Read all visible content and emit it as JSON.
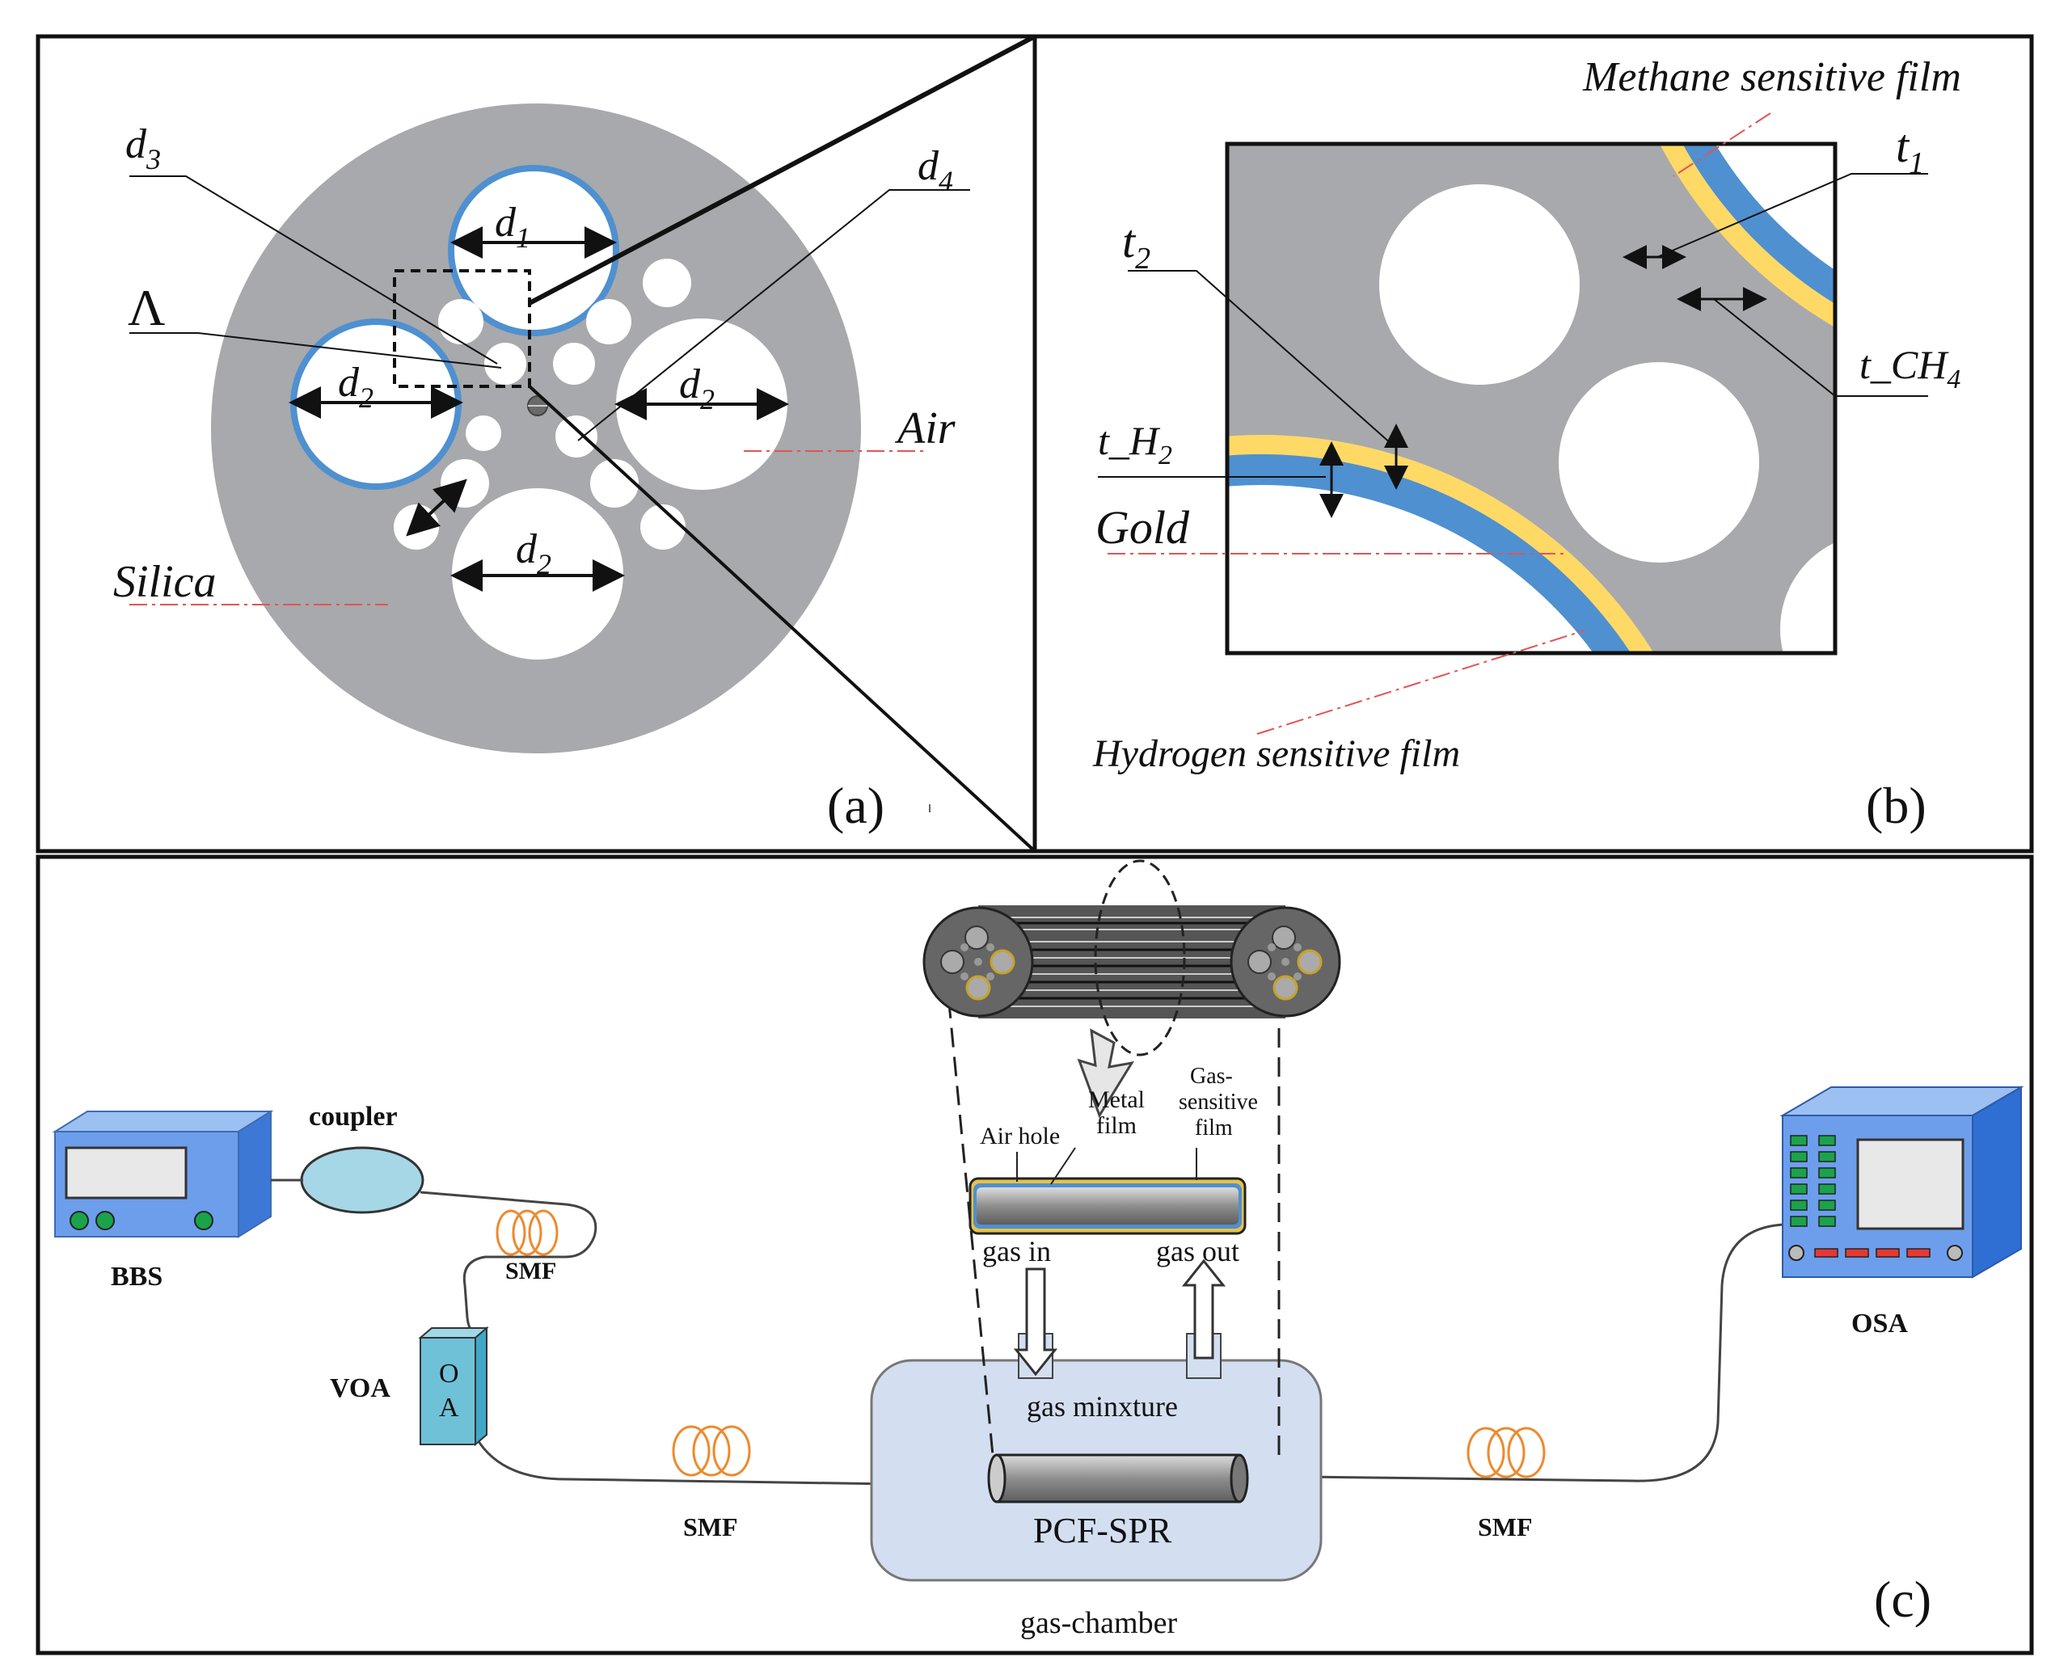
{
  "panels": {
    "a": {
      "tag": "(a)",
      "labels": {
        "d1": "d",
        "d1_sub": "1",
        "d2a": "d",
        "d2a_sub": "2",
        "d2b": "d",
        "d2b_sub": "2",
        "d2c": "d",
        "d2c_sub": "2",
        "d3": "d",
        "d3_sub": "3",
        "d4": "d",
        "d4_sub": "4",
        "lambda": "Λ",
        "air": "Air",
        "silica": "Silica"
      }
    },
    "b": {
      "tag": "(b)",
      "labels": {
        "methane": "Methane sensitive film",
        "t1": "t",
        "t1_sub": "1",
        "t2": "t",
        "t2_sub": "2",
        "tch4": "t_CH",
        "tch4_sub": "4",
        "th2": "t_H",
        "th2_sub": "2",
        "gold": "Gold",
        "hydrogen": "Hydrogen sensitive film"
      }
    },
    "c": {
      "tag": "(c)",
      "labels": {
        "coupler": "coupler",
        "bbs": "BBS",
        "smf_upper": "SMF",
        "voa": "VOA",
        "voa_o": "O",
        "voa_a": "A",
        "smf_left": "SMF",
        "smf_right": "SMF",
        "osa": "OSA",
        "air_hole": "Air hole",
        "metal_film_1": "Metal",
        "metal_film_2": "film",
        "gas_film_1": "Gas-",
        "gas_film_2": "sensitive",
        "gas_film_3": "film",
        "gas_in": "gas in",
        "gas_out": "gas out",
        "gas_mixture": "gas minxture",
        "pcf_spr": "PCF-SPR",
        "gas_chamber": "gas-chamber"
      }
    }
  },
  "colors": {
    "silica": "#a7a9ac",
    "gold": "#ffd966",
    "sensitive_film": "#4f90d0",
    "coupler": "#a6d7e6",
    "device": "#6d9eeb",
    "chamber": "#d3dff0",
    "voa": "#6fc1d8",
    "fiber_coil": "#ed8a2e",
    "red_dash": "#e05555"
  }
}
